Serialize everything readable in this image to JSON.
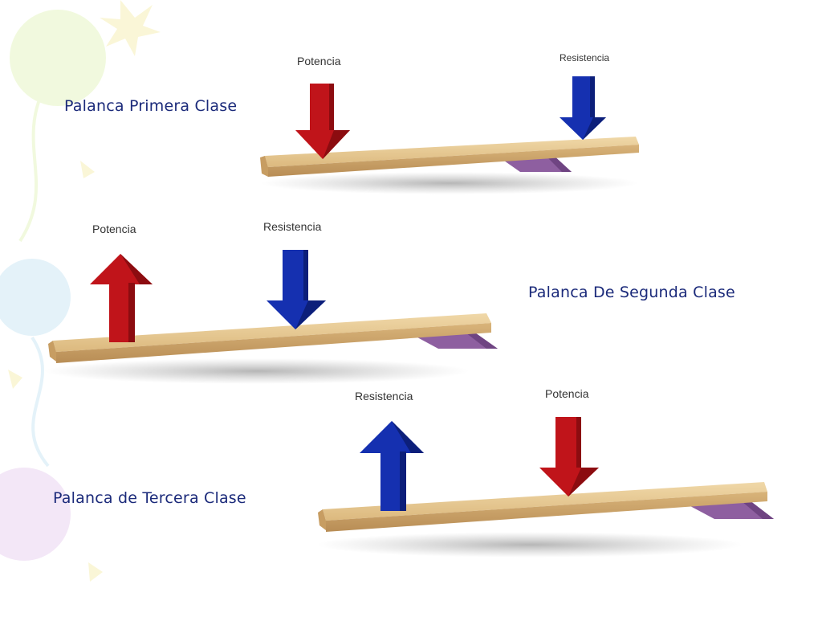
{
  "slide": {
    "levers": [
      {
        "caption": "Palanca Primera Clase",
        "labels": {
          "potencia": "Potencia",
          "resistencia": "Resistencia"
        }
      },
      {
        "caption": "Palanca De Segunda Clase",
        "labels": {
          "potencia": "Potencia",
          "resistencia": "Resistencia"
        }
      },
      {
        "caption": "Palanca de Tercera Clase",
        "labels": {
          "potencia": "Potencia",
          "resistencia": "Resistencia"
        }
      }
    ]
  },
  "colors": {
    "potencia_arrow": "#c0141a",
    "resistencia_arrow": "#1530b0",
    "fulcrum": "#8e5fa0",
    "plank": "#e4c38c",
    "caption_text": "#1b2a7a"
  }
}
